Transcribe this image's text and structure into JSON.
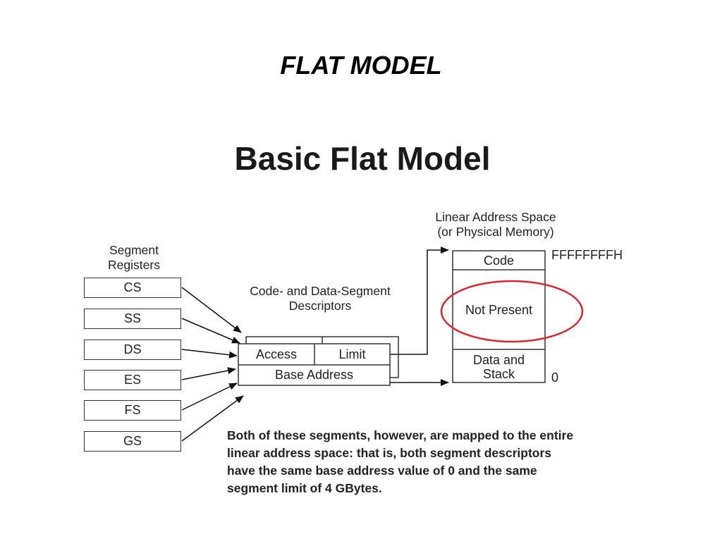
{
  "slide": {
    "title": "FLAT MODEL"
  },
  "diagram": {
    "title": "Basic Flat Model",
    "segment_registers": {
      "label_line1": "Segment",
      "label_line2": "Registers",
      "items": [
        "CS",
        "SS",
        "DS",
        "ES",
        "FS",
        "GS"
      ]
    },
    "descriptors": {
      "label_line1": "Code- and Data-Segment",
      "label_line2": "Descriptors",
      "access": "Access",
      "limit": "Limit",
      "base_address": "Base Address"
    },
    "address_space": {
      "label_line1": "Linear Address Space",
      "label_line2": "(or Physical Memory)",
      "code": "Code",
      "not_present": "Not Present",
      "data_line1": "Data and",
      "data_line2": "Stack",
      "top_address": "FFFFFFFFH",
      "bottom_address": "0"
    },
    "highlight_color": "#d9262c",
    "explanation_lines": [
      "Both of these segments, however, are mapped to the entire",
      "linear address space: that is, both segment descriptors",
      "have the same base address value of 0 and the same",
      "segment limit of 4 GBytes."
    ]
  }
}
